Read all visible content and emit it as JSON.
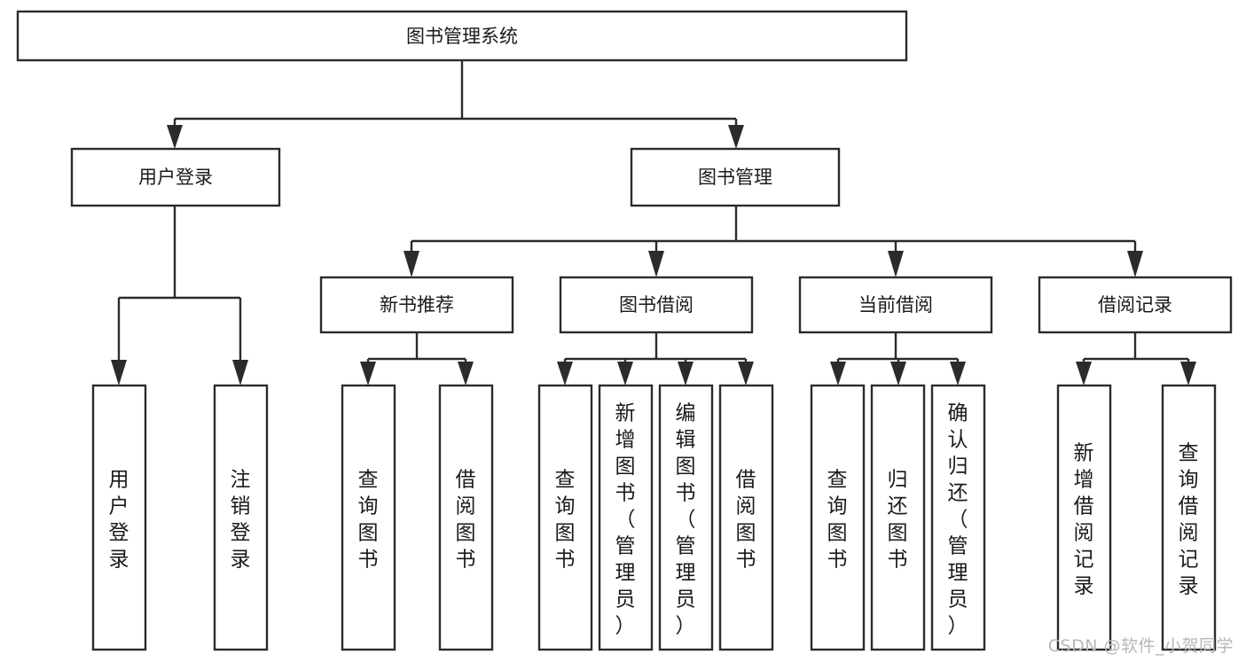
{
  "diagram": {
    "type": "tree",
    "title": "图书管理系统",
    "orientation": "top-down",
    "colors": {
      "box_stroke": "#2b2b2b",
      "box_fill": "#ffffff",
      "connector": "#2b2b2b",
      "text": "#1a1a1a",
      "background": "#ffffff",
      "watermark": "#b7b7b7"
    },
    "levels": {
      "root": {
        "label": "图书管理系统"
      },
      "level2": [
        {
          "label": "用户登录"
        },
        {
          "label": "图书管理"
        }
      ],
      "level3": [
        {
          "label": "新书推荐"
        },
        {
          "label": "图书借阅"
        },
        {
          "label": "当前借阅"
        },
        {
          "label": "借阅记录"
        }
      ],
      "leaves": {
        "user_login": [
          {
            "label": "用户登录"
          },
          {
            "label": "注销登录"
          }
        ],
        "new_book_recommend": [
          {
            "label": "查询图书"
          },
          {
            "label": "借阅图书"
          }
        ],
        "book_borrow": [
          {
            "label": "查询图书"
          },
          {
            "label": "新增图书（管理员）"
          },
          {
            "label": "编辑图书（管理员）"
          },
          {
            "label": "借阅图书"
          }
        ],
        "current_borrow": [
          {
            "label": "查询图书"
          },
          {
            "label": "归还图书"
          },
          {
            "label": "确认归还（管理员）"
          }
        ],
        "borrow_record": [
          {
            "label": "新增借阅记录"
          },
          {
            "label": "查询借阅记录"
          }
        ]
      }
    }
  },
  "watermark": {
    "text": "CSDN @软件_小贺同学"
  }
}
